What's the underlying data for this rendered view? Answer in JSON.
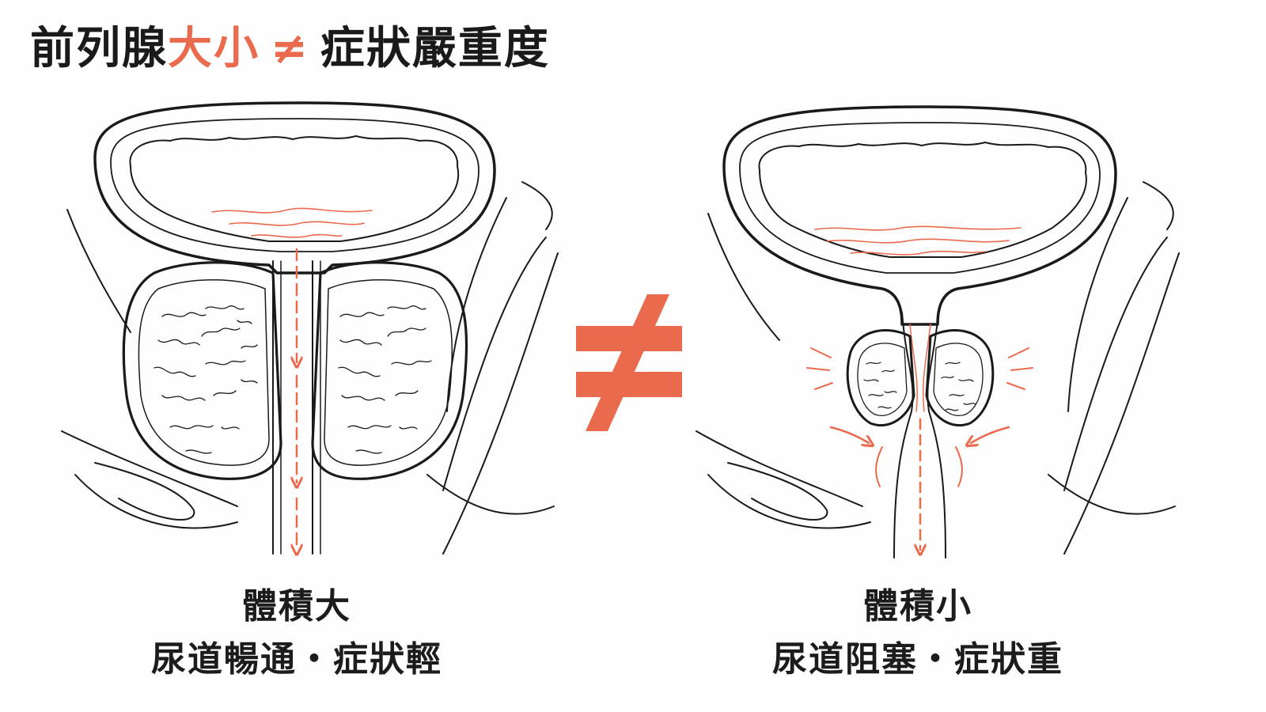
{
  "title": {
    "part1": "前列腺",
    "part2": "大小",
    "symbol": "≠",
    "part3": "症狀嚴重度"
  },
  "center_symbol": "≠",
  "left_panel": {
    "line1": "體積大",
    "line2": "尿道暢通・症狀輕"
  },
  "right_panel": {
    "line1": "體積小",
    "line2": "尿道阻塞・症狀重"
  },
  "colors": {
    "accent": "#ea6a4e",
    "ink": "#1a1a1a"
  }
}
